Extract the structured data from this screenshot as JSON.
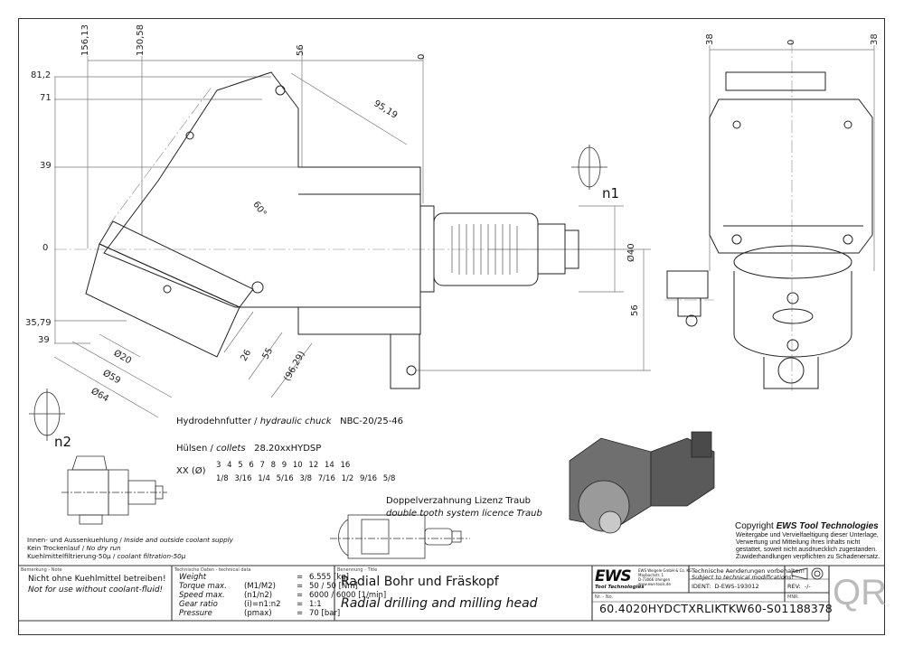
{
  "drawing": {
    "dimensions_main_view": {
      "top": [
        "156,13",
        "130,58",
        "56",
        "0"
      ],
      "left": [
        "81,2",
        "71",
        "39",
        "0",
        "35,79",
        "39"
      ],
      "diagonal": [
        "95,19",
        "60°",
        "Ø20",
        "Ø59",
        "Ø64",
        "26",
        "55",
        "(96,29)"
      ],
      "right": [
        "Ø40",
        "56"
      ],
      "rotation_labels": [
        "n1",
        "n2"
      ]
    },
    "dimensions_side_view": {
      "top": [
        "38",
        "0",
        "38"
      ]
    },
    "chuck": {
      "label_de": "Hydrodehnfutter",
      "sep": "/",
      "label_en": "hydraulic chuck",
      "part": "NBC-20/25-46"
    },
    "collets": {
      "label_de": "Hülsen",
      "sep": "/",
      "label_en": "collets",
      "part": "28.20xxHYDSP",
      "xx_label": "XX (Ø)",
      "metric": [
        "3",
        "4",
        "5",
        "6",
        "7",
        "8",
        "9",
        "10",
        "12",
        "14",
        "16"
      ],
      "inch": [
        "1/8",
        "3/16",
        "1/4",
        "5/16",
        "3/8",
        "7/16",
        "1/2",
        "9/16",
        "5/8"
      ]
    },
    "double_tooth": {
      "de": "Doppelverzahnung Lizenz Traub",
      "en": "double tooth system licence Traub"
    },
    "coolant_notes": [
      {
        "de": "Innen- und Aussenkuehlung",
        "en": "Inside and outside coolant supply"
      },
      {
        "de": "Kein Trockenlauf",
        "en": "No dry run"
      },
      {
        "de": "Kuehlmittelfiltrierung-50µ",
        "en": "coolant filtration-50µ"
      }
    ],
    "copyright": {
      "prefix": "Copyright",
      "brand": "EWS Tool Technologies",
      "lines": [
        "Weitergabe und Vervielfaeltigung dieser Unterlage,",
        "Verwertung und Mitteilung ihres Inhalts nicht",
        "gestattet, soweit nicht ausdruecklich zugestanden.",
        "Zuwiderhandlungen verpflichten zu Schadenersatz."
      ]
    }
  },
  "title_block": {
    "note": {
      "header": "Bemerkung - Note",
      "line_de": "Nicht ohne Kuehlmittel betreiben!",
      "line_en": "Not for use without coolant-fluid!"
    },
    "tech": {
      "header": "Technische Daten - technical data",
      "rows": [
        {
          "name": "Weight",
          "param": "",
          "eq": "=",
          "value": "6.555 [kg]"
        },
        {
          "name": "Torque max.",
          "param": "(M1/M2)",
          "eq": "=",
          "value": "50 / 50 [Nm]"
        },
        {
          "name": "Speed max.",
          "param": "(n1/n2)",
          "eq": "=",
          "value": "6000 / 6000 [1/min]"
        },
        {
          "name": "Gear ratio",
          "param": "(i)=n1:n2",
          "eq": "=",
          "value": "1:1"
        },
        {
          "name": "Pressure",
          "param": "(pmax)",
          "eq": "=",
          "value": "70 [bar]"
        }
      ]
    },
    "title": {
      "header": "Benennung - Title",
      "de": "Radial Bohr und Fräskopf",
      "en": "Radial drilling and milling head"
    },
    "company": {
      "logo": "EWS",
      "logo_sub": "Tool Technologies",
      "address": [
        "EWS Weigele GmbH & Co. KG",
        "Maybachstr. 1",
        "D-73066 Uhingen",
        "www.ews-tools.de"
      ]
    },
    "changes": {
      "de": "Technische Aenderungen vorbehalten!",
      "en": "Subject to technical modifications!"
    },
    "ident_label": "IDENT:",
    "ident_value": "D-EWS-193012",
    "rev_label": "REV:",
    "rev_value": "-/-",
    "nr_label": "Nr. - No.",
    "nr_value": "60.4020HYDCTXRLIKTKW60-S01",
    "mnr_label": "MNR.",
    "mnr_value": "188378",
    "qr_label": "QR"
  }
}
